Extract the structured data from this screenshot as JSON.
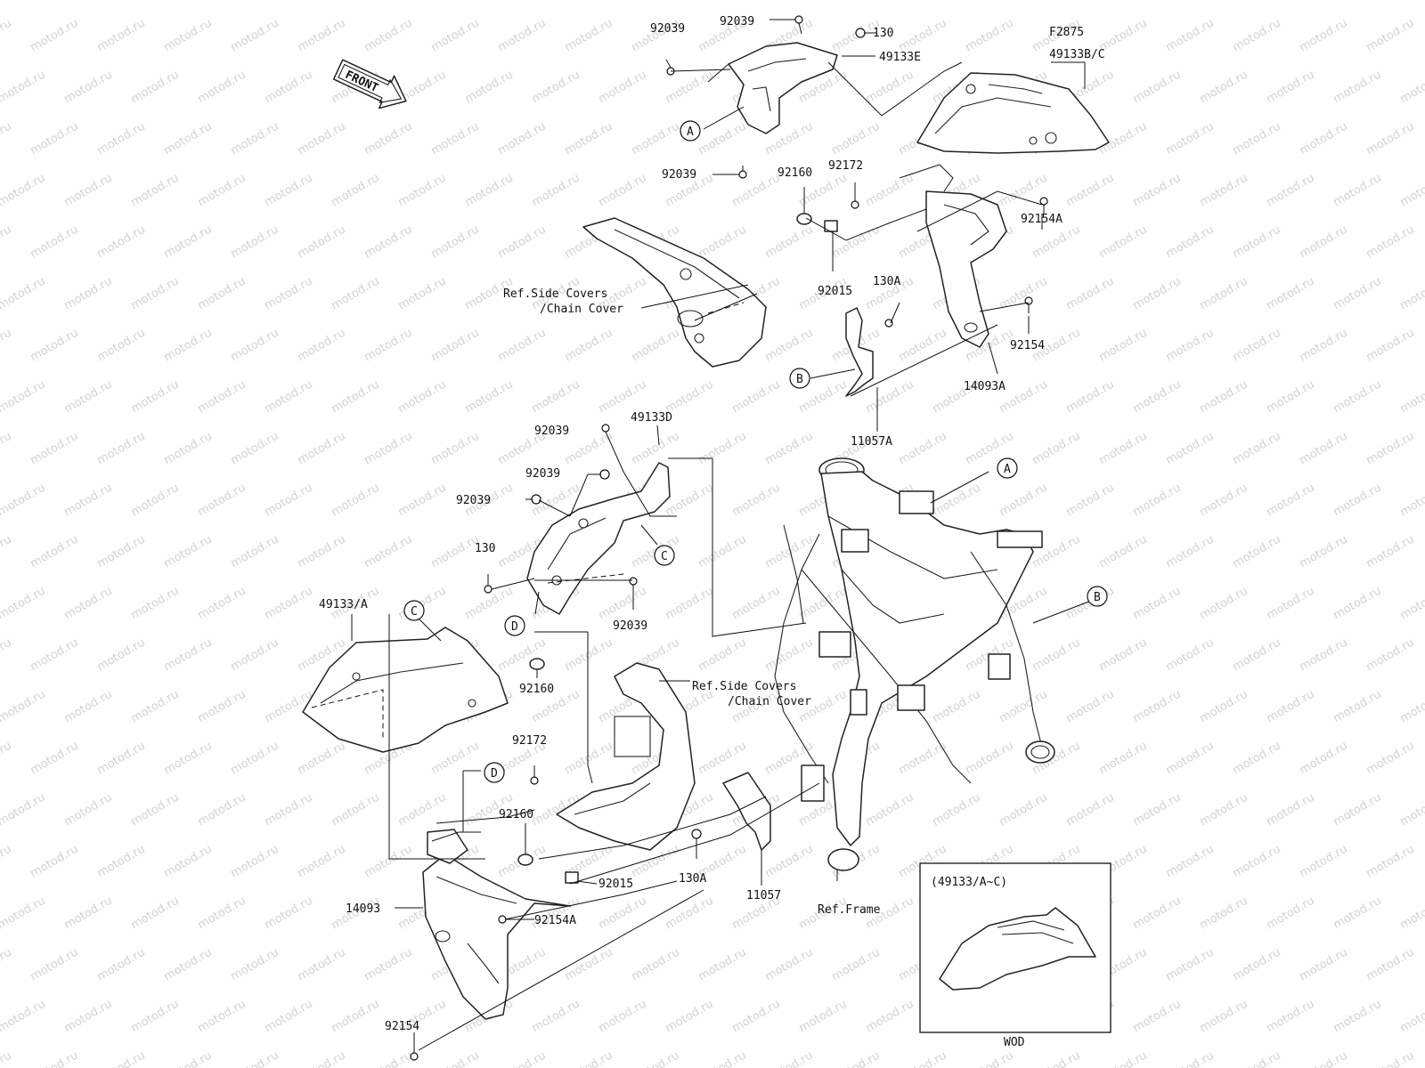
{
  "diagram_code": "F2875",
  "front_label": "FRONT",
  "watermark_text": "motod.ru",
  "parts": {
    "p92039_top_a": "92039",
    "p92039_top_b": "92039",
    "p130_top": "130",
    "p49133E": "49133E",
    "p49133BC": "49133B/C",
    "p92039_mid_top": "92039",
    "p92160_top": "92160",
    "p92172_top": "92172",
    "p92154A_top": "92154A",
    "p92015_top": "92015",
    "p130A_top": "130A",
    "p92154_top": "92154",
    "p14093A": "14093A",
    "p11057A": "11057A",
    "p92039_c1": "92039",
    "p49133D": "49133D",
    "p92039_c2": "92039",
    "p92039_c3": "92039",
    "p130_mid": "130",
    "p92039_c4": "92039",
    "p49133A": "49133/A",
    "p92160_bot": "92160",
    "p92172_bot": "92172",
    "p92160_bot2": "92160",
    "p92015_bot": "92015",
    "p14093": "14093",
    "p92154A_bot": "92154A",
    "p92154_bot": "92154",
    "p130A_bot": "130A",
    "p11057": "11057"
  },
  "references": {
    "side_covers_top_1": "Ref.Side Covers",
    "side_covers_top_2": "/Chain Cover",
    "side_covers_bot_1": "Ref.Side Covers",
    "side_covers_bot_2": "/Chain Cover",
    "frame": "Ref.Frame"
  },
  "callouts": {
    "a1": "A",
    "a2": "A",
    "b1": "B",
    "b2": "B",
    "c1": "C",
    "c2": "C",
    "d1": "D",
    "d2": "D"
  },
  "inset": {
    "title": "(49133/A~C)",
    "caption": "WOD"
  }
}
